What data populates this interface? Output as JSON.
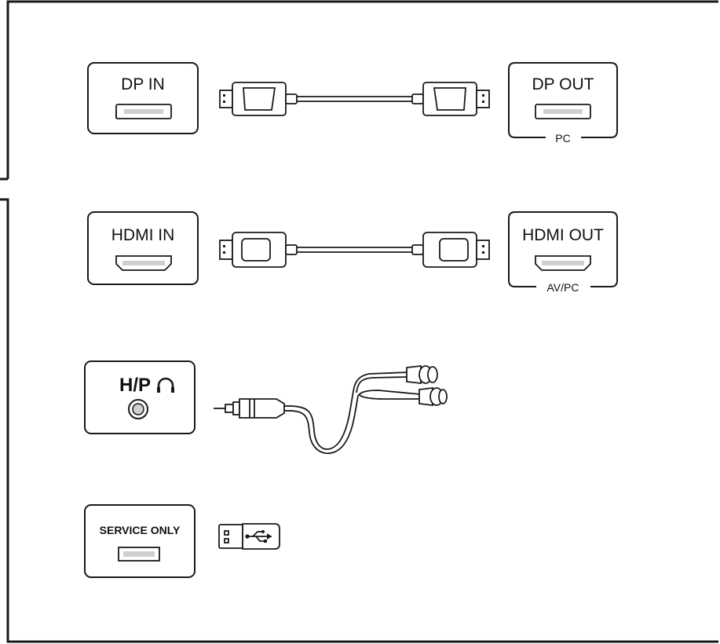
{
  "ports": {
    "dp_in": "DP IN",
    "dp_out": "DP OUT",
    "dp_out_sub": "PC",
    "hdmi_in": "HDMI IN",
    "hdmi_out": "HDMI OUT",
    "hdmi_out_sub": "AV/PC",
    "hp": "H/P",
    "service": "SERVICE ONLY"
  },
  "icons": {
    "headphone": "headphone-icon",
    "usb": "usb-symbol-icon"
  },
  "colors": {
    "line": "#1a1a1a",
    "port_fill": "#d9d9d9",
    "cable_fill": "#ffffff"
  }
}
